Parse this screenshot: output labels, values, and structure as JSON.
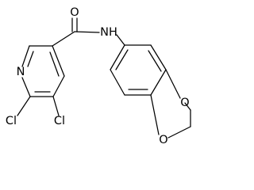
{
  "molecule": {
    "labels": {
      "carbonyl_oxygen": "O",
      "amide_nitrogen": "NH",
      "pyridine_nitrogen": "N",
      "chlorine_6": "Cl",
      "chlorine_5": "Cl",
      "dioxane_oxygen_upper": "O",
      "dioxane_oxygen_lower": "O"
    }
  },
  "colors": {
    "bond": "#000000",
    "label": "#000000",
    "background": "#ffffff"
  }
}
